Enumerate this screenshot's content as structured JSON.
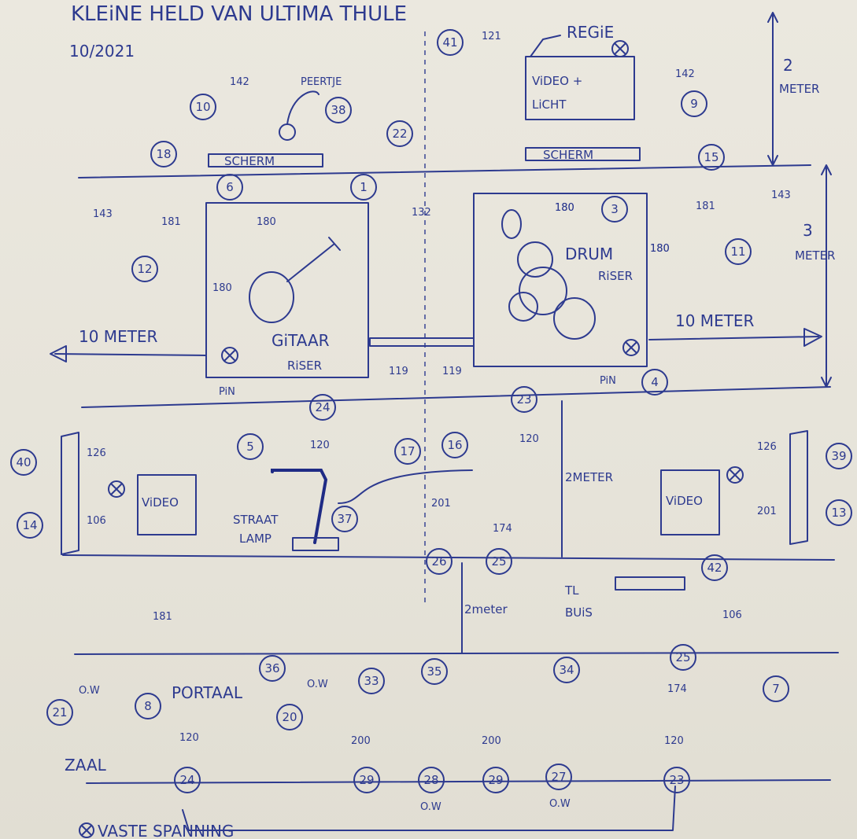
{
  "title": "KLEiNE HELD VAN ULTIMA THULE",
  "date": "10/2021",
  "stage": {
    "regie": "REGiE",
    "video_licht": [
      "ViDEO +",
      "LiCHT"
    ],
    "scherm_left": "SCHERM",
    "scherm_right": "SCHERM",
    "peertje": "PEERTJE",
    "gitaar_riser": [
      "GiTAAR",
      "RiSER"
    ],
    "drum_riser": [
      "DRUM",
      "RiSER"
    ],
    "riser_dims": {
      "gitaar_top": "180",
      "gitaar_side": "180",
      "drum_top": "180",
      "drum_side": "180"
    },
    "meter_left": "10 METER",
    "meter_right": "10 METER",
    "meter_top_right": [
      "2",
      "METER"
    ],
    "meter_mid_right": [
      "3",
      "METER"
    ],
    "meter_center": "2METER",
    "meter_bottom": "2meter",
    "pin_left": "PiN",
    "pin_right": "PiN",
    "video_left": "ViDEO",
    "video_right": "ViDEO",
    "straat_lamp": [
      "STRAAT",
      "LAMP"
    ],
    "tl_buis": [
      "TL",
      "BUiS"
    ],
    "portaal": "PORTAAL",
    "zaal": "ZAAL",
    "legend": "VASTE SPANNING"
  },
  "fixtures": [
    {
      "id": "1",
      "label": "1"
    },
    {
      "id": "3",
      "label": "3"
    },
    {
      "id": "4",
      "label": "4"
    },
    {
      "id": "5",
      "label": "5"
    },
    {
      "id": "6",
      "label": "6"
    },
    {
      "id": "7",
      "label": "7"
    },
    {
      "id": "8",
      "label": "8"
    },
    {
      "id": "9",
      "label": "9"
    },
    {
      "id": "10",
      "label": "10"
    },
    {
      "id": "11",
      "label": "11"
    },
    {
      "id": "12",
      "label": "12"
    },
    {
      "id": "13",
      "label": "13"
    },
    {
      "id": "14",
      "label": "14"
    },
    {
      "id": "15",
      "label": "15"
    },
    {
      "id": "16",
      "label": "16"
    },
    {
      "id": "17",
      "label": "17"
    },
    {
      "id": "18",
      "label": "18"
    },
    {
      "id": "20",
      "label": "20"
    },
    {
      "id": "21",
      "label": "21"
    },
    {
      "id": "22",
      "label": "22"
    },
    {
      "id": "23a",
      "label": "23"
    },
    {
      "id": "23b",
      "label": "23"
    },
    {
      "id": "24a",
      "label": "24"
    },
    {
      "id": "24b",
      "label": "24"
    },
    {
      "id": "25a",
      "label": "25"
    },
    {
      "id": "25b",
      "label": "25"
    },
    {
      "id": "26",
      "label": "26"
    },
    {
      "id": "27",
      "label": "27"
    },
    {
      "id": "28",
      "label": "28"
    },
    {
      "id": "29a",
      "label": "29"
    },
    {
      "id": "29b",
      "label": "29"
    },
    {
      "id": "33",
      "label": "33"
    },
    {
      "id": "34",
      "label": "34"
    },
    {
      "id": "35",
      "label": "35"
    },
    {
      "id": "36",
      "label": "36"
    },
    {
      "id": "37",
      "label": "37"
    },
    {
      "id": "38",
      "label": "38"
    },
    {
      "id": "39",
      "label": "39"
    },
    {
      "id": "40",
      "label": "40"
    },
    {
      "id": "41",
      "label": "41"
    },
    {
      "id": "42",
      "label": "42"
    }
  ],
  "filters": [
    "142",
    "142",
    "181",
    "181",
    "143",
    "143",
    "132",
    "180",
    "180",
    "121",
    "119",
    "119",
    "120",
    "120",
    "126",
    "126",
    "106",
    "201",
    "201",
    "174",
    "174",
    "181",
    "106",
    "120",
    "200",
    "200",
    "120"
  ],
  "ow_label": "O.W"
}
